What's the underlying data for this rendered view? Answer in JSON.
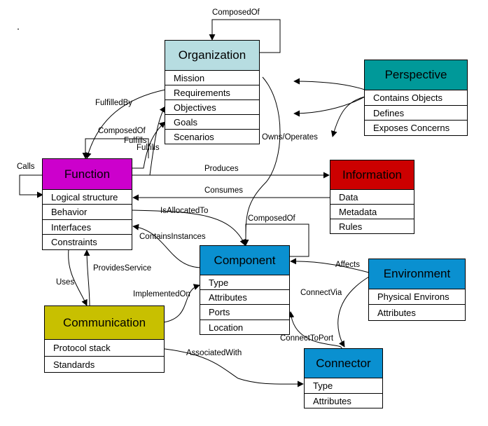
{
  "entities": {
    "organization": {
      "name": "Organization",
      "color": "#b7dde1",
      "attributes": [
        "Mission",
        "Requirements",
        "Objectives",
        "Goals",
        "Scenarios"
      ]
    },
    "perspective": {
      "name": "Perspective",
      "color": "#009999",
      "attributes": [
        "Contains Objects",
        "Defines",
        "Exposes Concerns"
      ]
    },
    "function": {
      "name": "Function",
      "color": "#cc00cc",
      "attributes": [
        "Logical structure",
        "Behavior",
        "Interfaces",
        "Constraints"
      ]
    },
    "information": {
      "name": "Information",
      "color": "#cc0000",
      "attributes": [
        "Data",
        "Metadata",
        "Rules"
      ]
    },
    "component": {
      "name": "Component",
      "color": "#0a90d0",
      "attributes": [
        "Type",
        "Attributes",
        "Ports",
        "Location"
      ]
    },
    "environment": {
      "name": "Environment",
      "color": "#0a90d0",
      "attributes": [
        "Physical Environs",
        "Attributes"
      ]
    },
    "communication": {
      "name": "Communication",
      "color": "#c8c000",
      "attributes": [
        "Protocol stack",
        "Standards"
      ]
    },
    "connector": {
      "name": "Connector",
      "color": "#0a90d0",
      "attributes": [
        "Type",
        "Attributes"
      ]
    }
  },
  "relations": {
    "org_composed_of": "ComposedOf",
    "fulfilled_by": "FulfilledBy",
    "function_composed_of": "ComposedOf",
    "fulfills_1": "Fulfills",
    "fulfills_2": "Fulfills",
    "calls": "Calls",
    "owns_operates": "Owns/Operates",
    "produces": "Produces",
    "consumes": "Consumes",
    "is_allocated_to": "IsAllocatedTo",
    "component_composed_of": "ComposedOf",
    "contains_instances": "ContainsInstances",
    "provides_service": "ProvidesService",
    "uses": "Uses",
    "implemented_on": "ImplementedOn",
    "affects": "Affects",
    "connect_via": "ConnectVia",
    "connect_to_port": "ConnectToPort",
    "associated_with": "AssociatedWith"
  }
}
